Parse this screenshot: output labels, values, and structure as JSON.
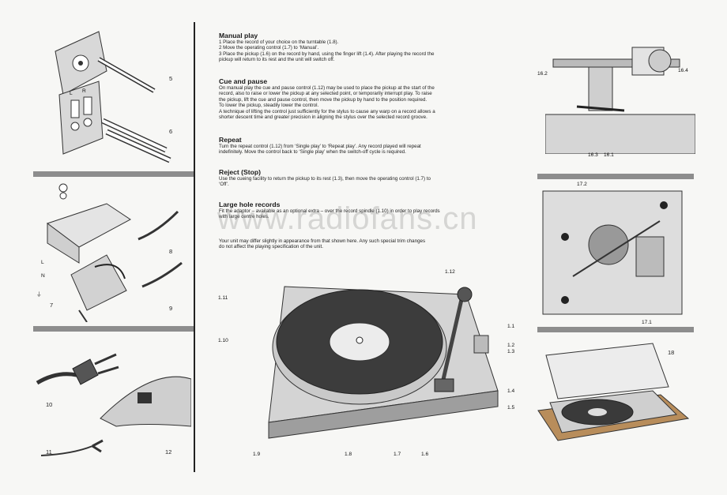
{
  "sections": [
    {
      "title": "Manual play",
      "body": "1  Place the record of your choice on the turntable (1.8).\n2  Move the operating control (1.7) to ‘Manual’.\n3  Place the pickup (1.6) on the record by hand, using the finger lift (1.4). After playing the record the\n    pickup will return to its rest and the unit will switch off."
    },
    {
      "title": "Cue and pause",
      "body": "On manual play the cue and pause control (1.12) may be used to place the pickup at the start of the\nrecord, also to raise or lower the pickup at any selected point, or temporarily interrupt play. To raise\nthe pickup, lift the cue and pause control, then move the pickup by hand to the position required.\nTo lower the pickup, steadily lower the control.\nA technique of lifting the control just sufficiently for the stylus to cause any warp on a record allows a\nshorter descent time and greater precision in aligning the stylus over the selected record groove."
    },
    {
      "title": "Repeat",
      "body": "Turn the repeat control (1.12) from ‘Single play’ to ‘Repeat play’. Any record played will repeat\nindefinitely. Move the control back to ‘Single play’ when the switch-off cycle is required."
    },
    {
      "title": "Reject (Stop)",
      "body": "Use the cueing facility to return the pickup to its rest (1.3), then move the operating control (1.7) to\n‘Off’."
    },
    {
      "title": "Large hole records",
      "body": "Fit the adaptor – available as an optional extra – over the record spindle (1.10) in order to play records\nwith large centre holes."
    }
  ],
  "note": "Your unit may differ slightly in appearance from that shown here. Any such special trim changes\ndo not affect the playing specification of the unit.",
  "watermark": "www.radiofans.cn",
  "figure_numbers": {
    "f5": "5",
    "f6": "6",
    "f7": "7",
    "f8": "8",
    "f9": "9",
    "f10": "10",
    "f11": "11",
    "f12": "12",
    "f18": "18"
  },
  "wire_labels": {
    "L": "L",
    "N": "N"
  },
  "plug_letters": {
    "L": "L",
    "R": "R"
  },
  "turntable_labels": {
    "l111": "1.11",
    "l112": "1.12",
    "l110": "1.10",
    "l11": "1.1",
    "l12": "1.2",
    "l13": "1.3",
    "l14": "1.4",
    "l15": "1.5",
    "l19": "1.9",
    "l18": "1.8",
    "l17": "1.7",
    "l16": "1.6"
  },
  "arm_labels": {
    "l162": "16.2",
    "l164": "16.4",
    "l163": "16.3",
    "l161": "16.1"
  },
  "chassis_labels": {
    "l172": "17.2",
    "l171": "17.1"
  }
}
